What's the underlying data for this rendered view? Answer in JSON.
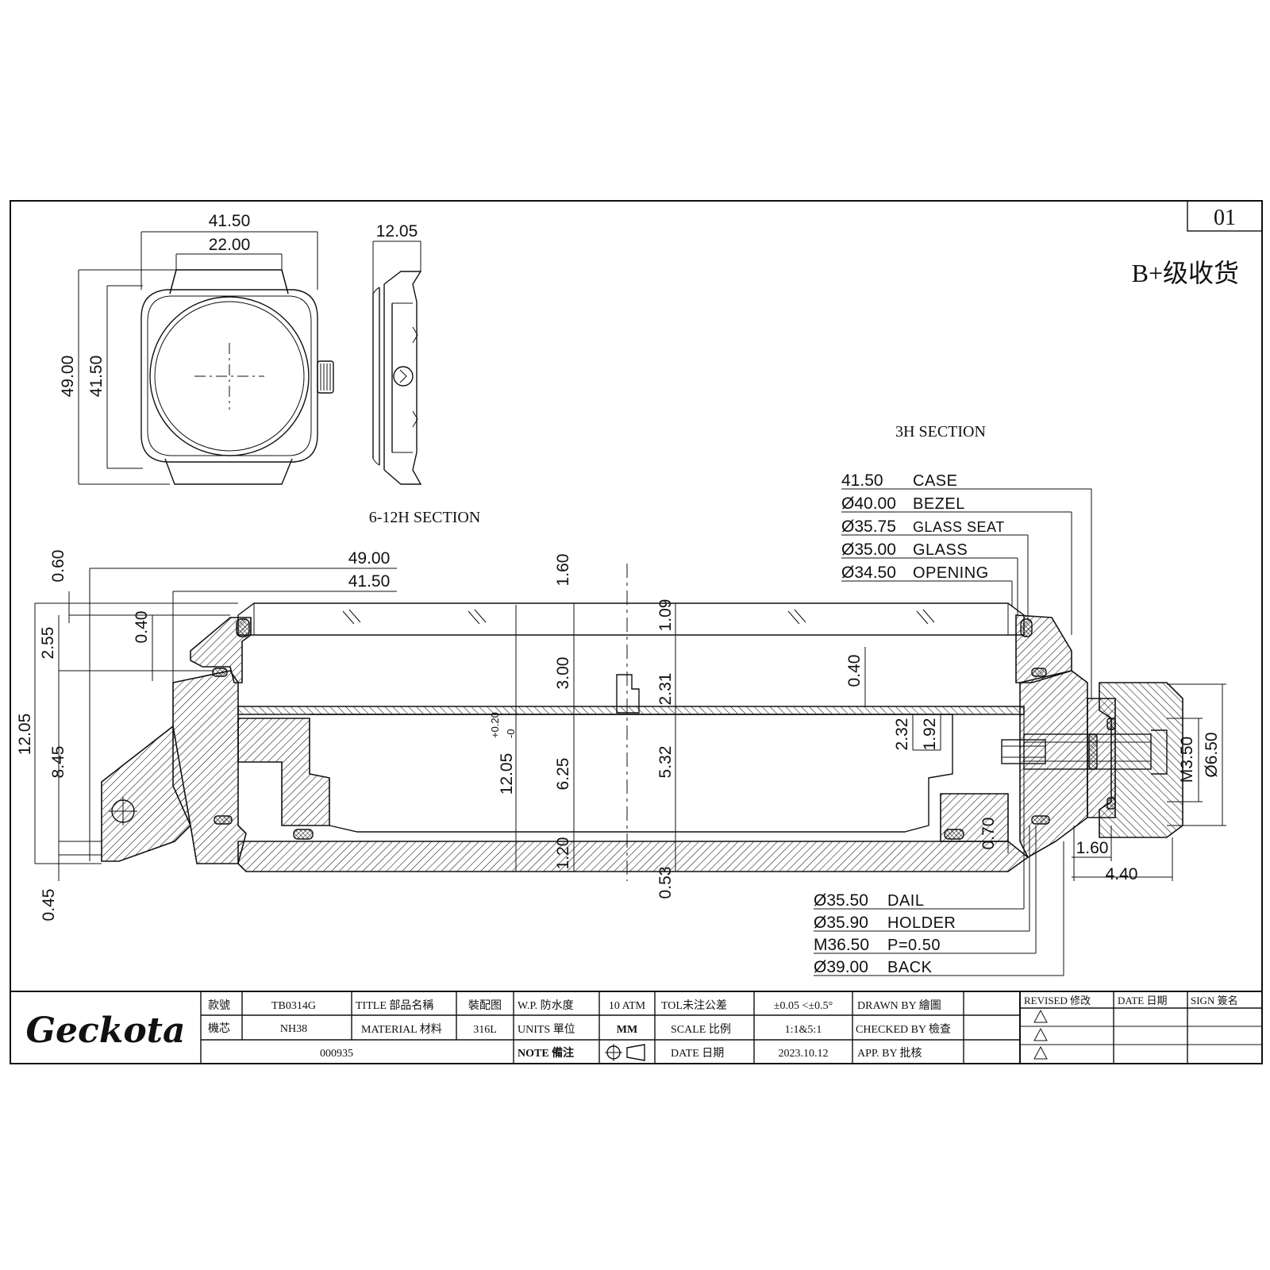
{
  "sheet": {
    "number": "01",
    "grade_note": "B+级收货"
  },
  "front_view": {
    "dims": {
      "width_overall": "41.50",
      "lug_width": "22.00",
      "height_overall": "49.00",
      "case_height": "41.50"
    }
  },
  "side_view": {
    "dims": {
      "thickness": "12.05"
    }
  },
  "section_6_12": {
    "title": "6-12H SECTION",
    "dims": {
      "overall_length": "49.00",
      "case_length": "41.50",
      "d_0_60": "0.60",
      "d_0_40": "0.40",
      "d_2_55": "2.55",
      "d_12_05": "12.05",
      "d_8_45": "8.45",
      "d_0_45": "0.45",
      "d_1_60": "1.60",
      "d_3_00": "3.00",
      "d_6_25": "6.25",
      "d_1_20": "1.20",
      "tol_main": "12.05",
      "tol_upper": "+0.20",
      "tol_lower": "-0",
      "d_1_09": "1.09",
      "d_2_31": "2.31",
      "d_5_32": "5.32",
      "d_0_53": "0.53",
      "d_0_40b": "0.40",
      "d_2_32": "2.32",
      "d_1_92": "1.92",
      "d_0_70": "0.70"
    }
  },
  "section_3h": {
    "title": "3H SECTION",
    "callouts_top": [
      {
        "value": "41.50",
        "label": "CASE"
      },
      {
        "value": "Ø40.00",
        "label": "BEZEL"
      },
      {
        "value": "Ø35.75",
        "label": "GLASS SEAT"
      },
      {
        "value": "Ø35.00",
        "label": "GLASS"
      },
      {
        "value": "Ø34.50",
        "label": "OPENING"
      }
    ],
    "callouts_bottom": [
      {
        "value": "Ø35.50",
        "label": "DAIL"
      },
      {
        "value": "Ø35.90",
        "label": "HOLDER"
      },
      {
        "value": "M36.50",
        "label": "P=0.50"
      },
      {
        "value": "Ø39.00",
        "label": "BACK"
      }
    ],
    "crown_dims": {
      "thread": "M3.50",
      "diameter": "Ø6.50",
      "d_1_60": "1.60",
      "d_4_40": "4.40"
    }
  },
  "title_block": {
    "logo": "Geckota",
    "row1": {
      "style_label": "款號",
      "style_value": "TB0314G",
      "title_label": "TITLE 部品名稱",
      "title_value": "裝配图",
      "wp_label": "W.P. 防水度",
      "wp_value": "10 ATM",
      "tol_label": "TOL未注公差",
      "tol_value": "±0.05 <±0.5°",
      "drawn_label": "DRAWN BY 繪圖"
    },
    "row2": {
      "movement_label": "機芯",
      "movement_value": "NH38",
      "material_label": "MATERIAL 材料",
      "material_value": "316L",
      "units_label": "UNITS 單位",
      "units_value": "MM",
      "scale_label": "SCALE 比例",
      "scale_value": "1:1&5:1",
      "checked_label": "CHECKED BY 檢查"
    },
    "row3": {
      "code_value": "000935",
      "note_label": "NOTE 備注",
      "date_label": "DATE 日期",
      "date_value": "2023.10.12",
      "app_label": "APP. BY 批核"
    },
    "revision": {
      "revised_label": "REVISED 修改",
      "date_label": "DATE 日期",
      "sign_label": "SIGN 簽名"
    }
  }
}
